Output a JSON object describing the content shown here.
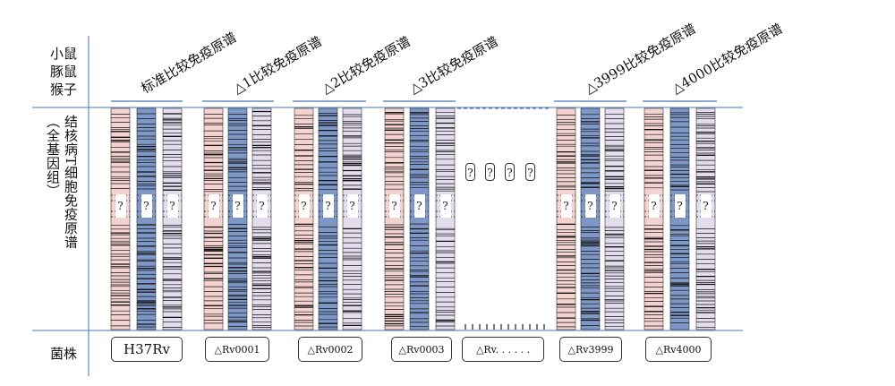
{
  "row_labels": {
    "species": [
      "小鼠",
      "豚鼠",
      "猴子"
    ],
    "immunome": [
      "结核病T细胞免疫原谱",
      "（全基因组）"
    ],
    "strain_row": "菌株"
  },
  "groups": [
    {
      "header": "标准比较免疫原谱",
      "strain": "H37Rv"
    },
    {
      "header": "△1比较免疫原谱",
      "strain": "△Rv0001"
    },
    {
      "header": "△2比较免疫原谱",
      "strain": "△Rv0002"
    },
    {
      "header": "△3比较免疫原谱",
      "strain": "△Rv0003"
    },
    {
      "header": "",
      "strain": "△Rv. . . . . ."
    },
    {
      "header": "△3999比较免疫原谱",
      "strain": "△Rv3999"
    },
    {
      "header": "△4000比较免疫原谱",
      "strain": "△Rv4000"
    }
  ],
  "unknown_mark": "?",
  "colors": {
    "mouse_column": "#f4d2cf",
    "guineapig_column": "#7d97c7",
    "monkey_column": "#e2dced",
    "divider_line": "#4a76b8",
    "band": "#111111"
  }
}
